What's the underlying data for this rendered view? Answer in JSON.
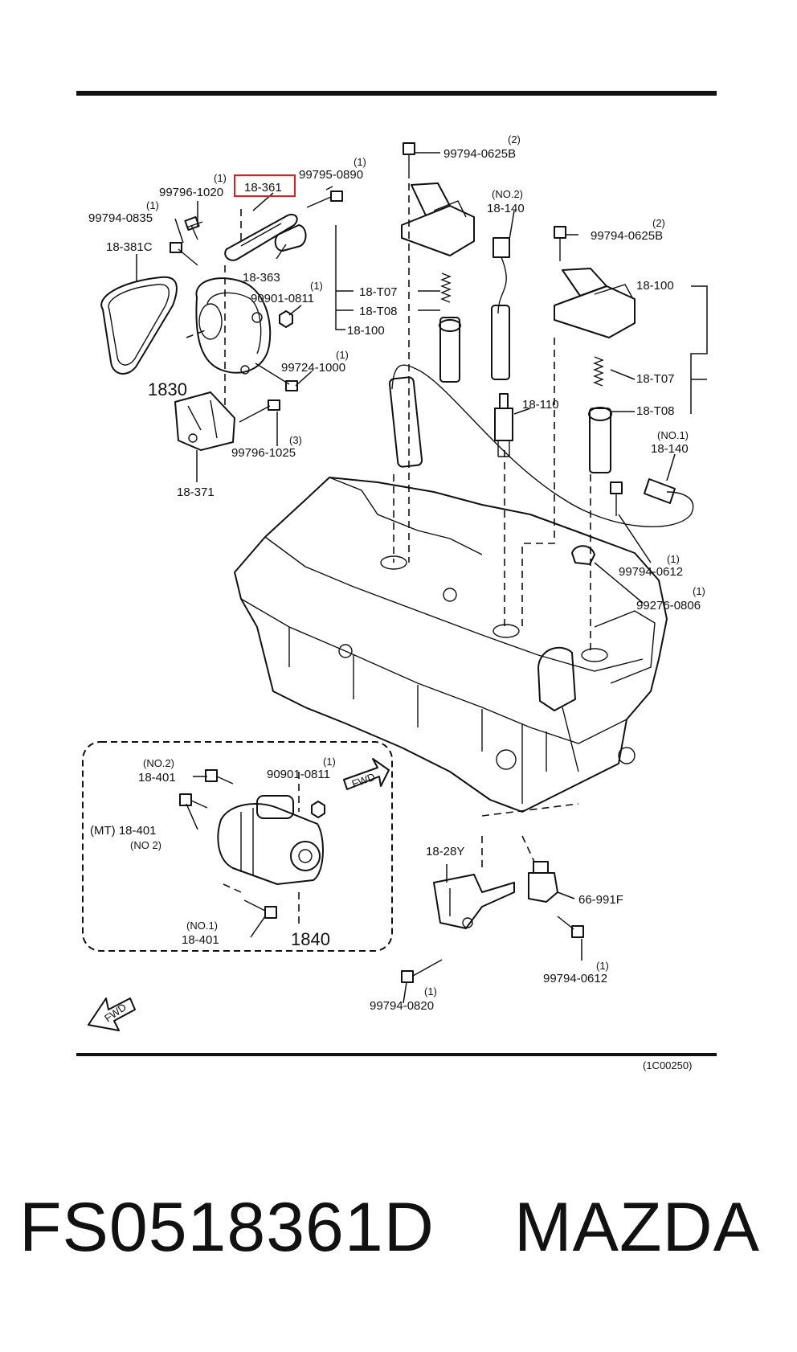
{
  "labels": {
    "l_99794_0625b_top": "99794-0625B",
    "q_99794_0625b_top": "(2)",
    "l_99795_0890": "99795-0890",
    "q_99795_0890": "(1)",
    "l_18_361": "18-361",
    "l_99796_1020": "99796-1020",
    "q_99796_1020": "(1)",
    "l_99794_0835": "99794-0835",
    "q_99794_0835": "(1)",
    "l_18_381c": "18-381C",
    "l_18_363": "18-363",
    "l_90901_0811_top": "90901-0811",
    "q_90901_0811_top": "(1)",
    "l_18_t07_left": "18-T07",
    "l_18_t08_left": "18-T08",
    "l_18_100_left": "18-100",
    "l_no2_140": "(NO.2)",
    "l_18_140_top": "18-140",
    "l_99794_0625b_right": "99794-0625B",
    "q_99794_0625b_right": "(2)",
    "l_18_100_right": "18-100",
    "l_18_t07_right": "18-T07",
    "l_18_t08_right": "18-T08",
    "l_1830": "1830",
    "l_99724_1000": "99724-1000",
    "q_99724_1000": "(1)",
    "l_99796_1025": "99796-1025",
    "q_99796_1025": "(3)",
    "l_18_371": "18-371",
    "l_18_110": "18-110",
    "l_no1_140": "(NO.1)",
    "l_18_140_right": "18-140",
    "l_99794_0612_upper": "99794-0612",
    "q_99794_0612_upper": "(1)",
    "l_99276_0806": "99276-0806",
    "q_99276_0806": "(1)",
    "l_no2_401": "(NO.2)",
    "l_18_401_top": "18-401",
    "l_90901_0811_inset": "90901-0811",
    "q_90901_0811_inset": "(1)",
    "l_mt_18_401": "(MT) 18-401",
    "l_no2_mt": "(NO 2)",
    "l_no1_401": "(NO.1)",
    "l_18_401_bottom": "18-401",
    "l_1840": "1840",
    "l_18_28y": "18-28Y",
    "l_66_991f": "66-991F",
    "l_99794_0612_lower": "99794-0612",
    "q_99794_0612_lower": "(1)",
    "l_99794_0820": "99794-0820",
    "q_99794_0820": "(1)",
    "l_fwd_inset": "FWD",
    "l_fwd_main": "FWD",
    "l_ref": "(1C00250)"
  },
  "footer": {
    "part_number": "FS0518361D",
    "brand": "MAZDA"
  },
  "highlight": {
    "part": "18-361",
    "color": "#e21b1b"
  }
}
